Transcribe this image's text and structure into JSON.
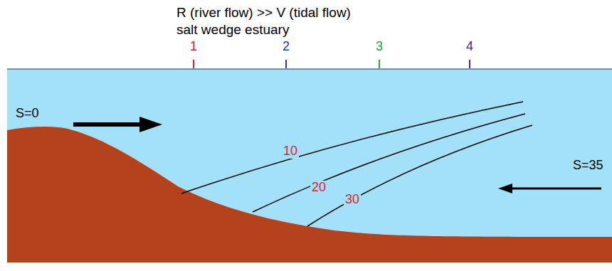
{
  "diagram": {
    "title": "R (river flow) >> V (tidal flow)",
    "labels": [
      "salt wedge estuary",
      "1",
      "2",
      "3",
      "4",
      "S=0",
      "10",
      "20",
      "30",
      "S=35"
    ]
  }
}
